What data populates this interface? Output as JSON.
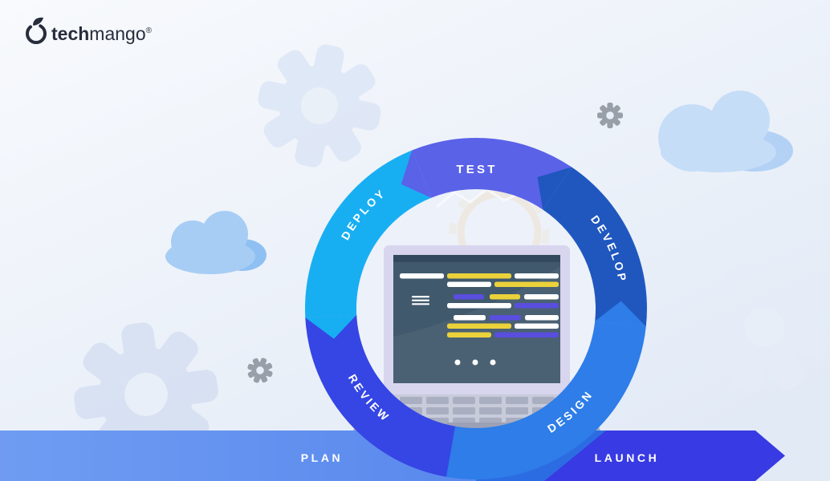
{
  "brand": {
    "logo_bold": "tech",
    "logo_light": "mango",
    "registered_mark": "®",
    "color": "#272d3c"
  },
  "cycle": {
    "segments": [
      {
        "label": "TEST",
        "color": "#5a62e8"
      },
      {
        "label": "DEVELOP",
        "color": "#1f57bf"
      },
      {
        "label": "DESIGN",
        "color": "#2e7de8"
      },
      {
        "label": "REVIEW",
        "color": "#3546e4"
      },
      {
        "label": "DEPLOY",
        "color": "#18aff2"
      }
    ],
    "flow_order": [
      "PLAN",
      "DESIGN",
      "DEVELOP",
      "TEST",
      "DEPLOY",
      "REVIEW",
      "LAUNCH"
    ]
  },
  "banner": {
    "plan_label": "PLAN",
    "launch_label": "LAUNCH",
    "bar_color_left": "#6f9cf2",
    "bar_color_right": "#4c7deb",
    "arrow_color": "#383ae3",
    "shadow_color": "#2c6ce2"
  },
  "palette": {
    "background_start": "#f8fafd",
    "background_end": "#e2eaf6",
    "inner_circle": "#edf1f9",
    "cloud_light": "#c6ddf8",
    "cloud_light_shade": "#b3d1f5",
    "cloud_saturated": "#a7cdf5",
    "cloud_saturated_shade": "#8fc0f2",
    "gear_faint_1": "#dbe5f5",
    "gear_faint_2": "#d2ddf1",
    "gear_faint_3": "#e6edf8",
    "gear_solid": "#999fa8",
    "gear_outline_beige": "#ece5d6",
    "laptop_frame": "#d8d5ef",
    "laptop_screen": "#41596c",
    "laptop_screen_top": "#324a5c",
    "keyboard_base": "#c8cbda",
    "keyboard_key": "#a8acc0",
    "code_yellow": "#ebd23a",
    "code_purple": "#5a4ede",
    "code_white": "#ffffff"
  }
}
